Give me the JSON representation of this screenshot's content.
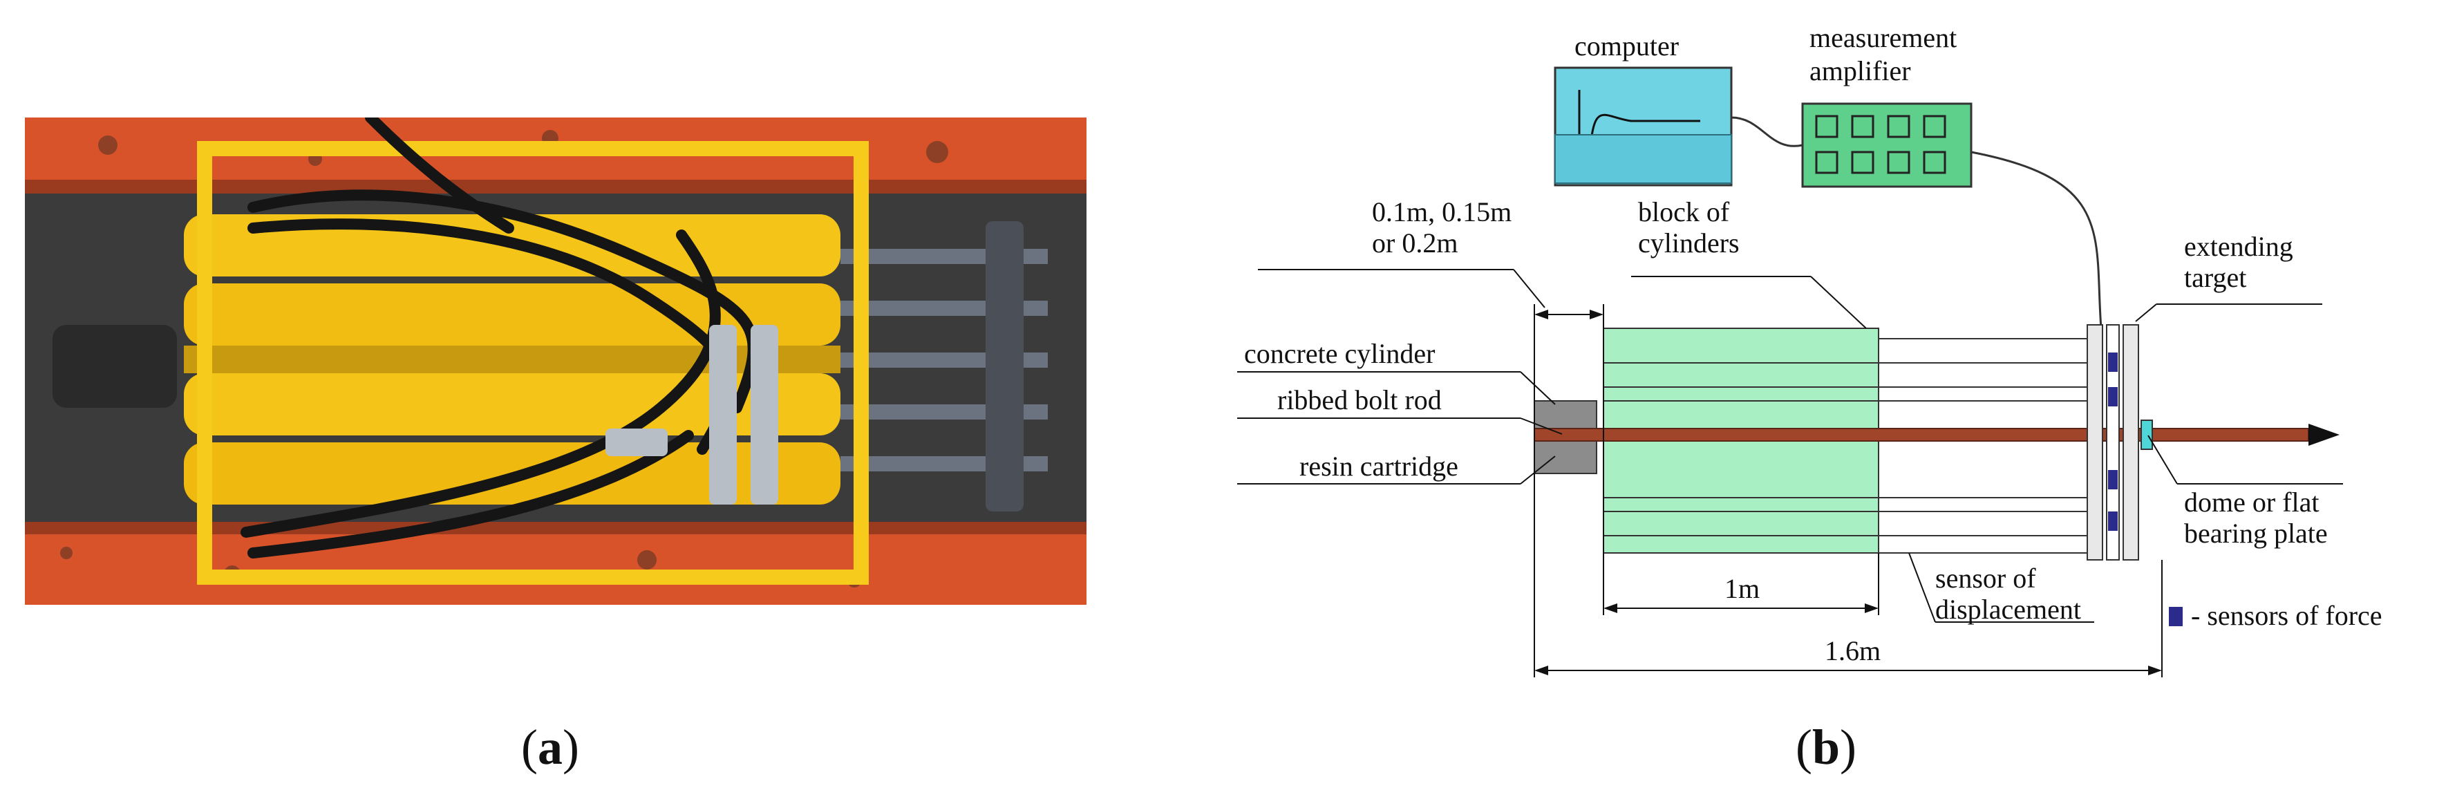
{
  "captions": {
    "a": "a",
    "b": "b"
  },
  "photo": {
    "subject": "hydraulic cylinder block in yellow frame on orange test bench",
    "colors": {
      "frame": "#f2c21b",
      "bench": "#e2562a",
      "hose": "#1d1d1d",
      "rod": "#6b7380"
    }
  },
  "diagram": {
    "labels": {
      "computer": "computer",
      "measurement_line1": "measurement",
      "measurement_line2": "amplifier",
      "length_line1": "0.1m, 0.15m",
      "length_line2": "or 0.2m",
      "block_line1": "block of",
      "block_line2": "cylinders",
      "extending_line1": "extending",
      "extending_line2": "target",
      "concrete_cylinder": "concrete cylinder",
      "ribbed_bolt_rod": "ribbed bolt rod",
      "resin_cartridge": "resin cartridge",
      "dome_line1": "dome or flat",
      "dome_line2": "bearing plate",
      "sensor_disp_line1": "sensor of",
      "sensor_disp_line2": "displacement",
      "dim_1m": "1m",
      "dim_16m": "1.6m",
      "legend_force": "- sensors of force"
    },
    "colors": {
      "computer_fill": "#6fd3e3",
      "amplifier_fill": "#5fcf8c",
      "cylinder_block": "#a8f0c4",
      "bolt_rod": "#a0452a",
      "concrete": "#8c8c8c",
      "force_sensor": "#2b2b8c",
      "bearing_plate": "#4fd6d6"
    }
  }
}
